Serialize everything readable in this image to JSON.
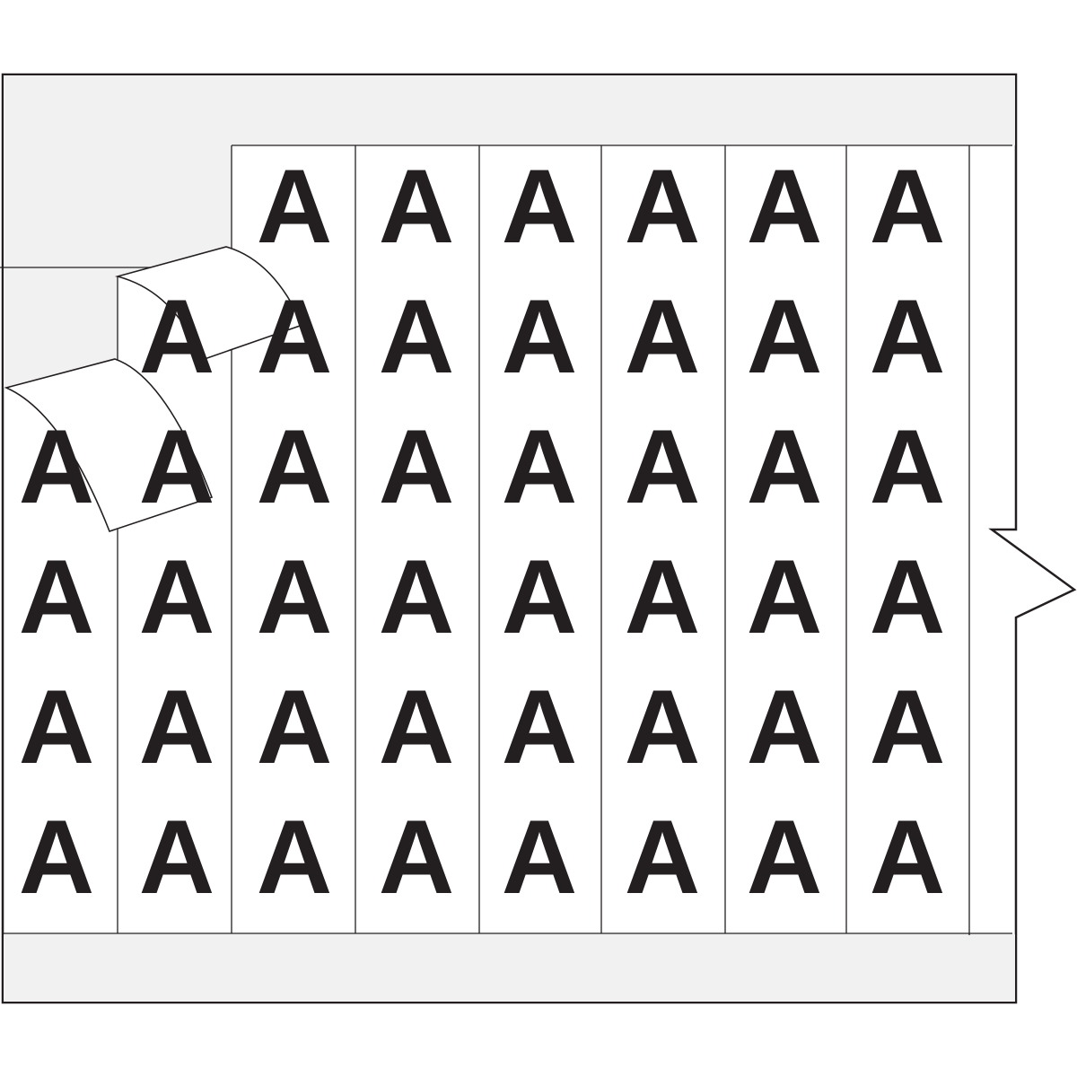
{
  "sheet": {
    "label_character": "A",
    "columns": 8,
    "rows": 6,
    "peeled_labels": [
      {
        "column": 1,
        "row": 2
      },
      {
        "column": 0,
        "row": 3
      }
    ],
    "removed_cells": [
      {
        "column": 0,
        "row": 0
      },
      {
        "column": 0,
        "row": 1
      },
      {
        "column": 1,
        "row": 0
      }
    ],
    "colors": {
      "liner": "#f1f1f1",
      "label": "#ffffff",
      "ink": "#231f20",
      "outline": "#231f20"
    }
  }
}
